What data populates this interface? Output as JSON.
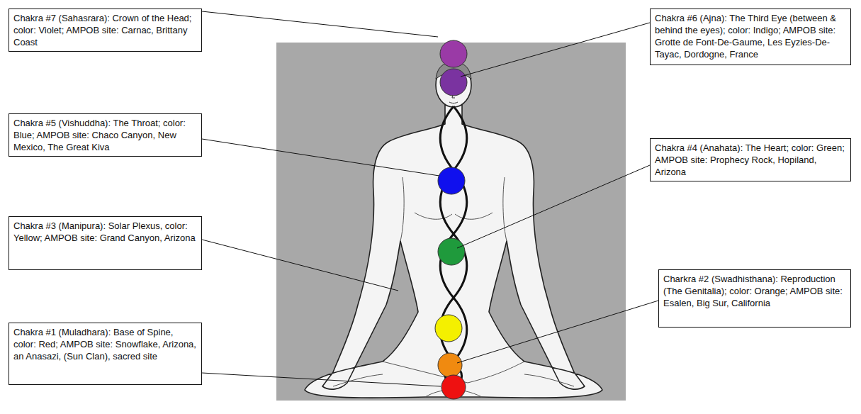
{
  "diagram": {
    "nodes": [
      {
        "text": [
          "Chakra #7 (Sahasrara): Crown of the Head; color: Violet; AMPOB site: Carnac, Brittany Coast"
        ]
      },
      {
        "text": [
          "Chakra #6 (Ajna): The Third Eye (between & behind the eyes); color: Indigo; AMPOB site: Grotte de Font-De-Gaume, Les Eyzies-De-Tayac, Dordogne, France"
        ]
      },
      {
        "text": [
          "Chakra #5 (Vishuddha): The Throat; color: Blue; AMPOB site: Chaco Canyon, New Mexico, The Great Kiva"
        ]
      },
      {
        "text": [
          "Chakra #4 (Anahata): The Heart; color: Green; AMPOB site: Prophecy Rock, Hopiland, Arizona"
        ]
      },
      {
        "text": [
          "Chakra #3 (Manipura): Solar Plexus, color: Yellow; AMPOB site: Grand Canyon, Arizona"
        ]
      },
      {
        "text": [
          "Charkra #2 (Swadhisthana): Reproduction (The Genitalia); color: Orange; AMPOB site: Esalen, Big Sur, California"
        ]
      },
      {
        "text": [
          "Chakra #1 (Muladhara): Base of Spine, color: Red; AMPOB site: Snowflake, Arizona, an Anasazi, (Sun Clan), sacred site"
        ]
      }
    ]
  }
}
